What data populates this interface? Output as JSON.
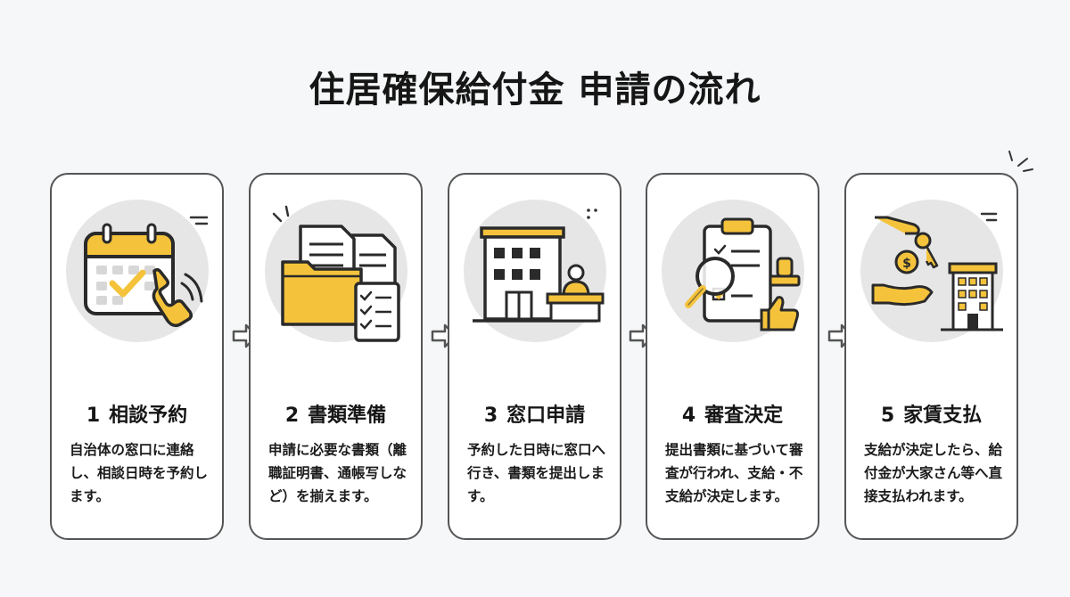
{
  "title": "住居確保給付金 申請の流れ",
  "colors": {
    "accent": "#f5c33b",
    "outline": "#2a2a2a",
    "circle": "#e6e6e6",
    "background": "#f5f7f8"
  },
  "steps": [
    {
      "num": "1",
      "label": "相談予約",
      "desc": "自治体の窓口に連絡し、相談日時を予約します。",
      "icon": "calendar-phone-icon"
    },
    {
      "num": "2",
      "label": "書類準備",
      "desc": "申請に必要な書類（離職証明書、通帳写しなど）を揃えます。",
      "icon": "folder-documents-icon"
    },
    {
      "num": "3",
      "label": "窓口申請",
      "desc": "予約した日時に窓口へ行き、書類を提出します。",
      "icon": "office-counter-icon"
    },
    {
      "num": "4",
      "label": "審査決定",
      "desc": "提出書類に基づいて審査が行われ、支給・不支給が決定します。",
      "icon": "review-approval-icon"
    },
    {
      "num": "5",
      "label": "家賃支払",
      "desc": "支給が決定したら、給付金が大家さん等へ直接支払われます。",
      "icon": "rent-payment-icon"
    }
  ]
}
